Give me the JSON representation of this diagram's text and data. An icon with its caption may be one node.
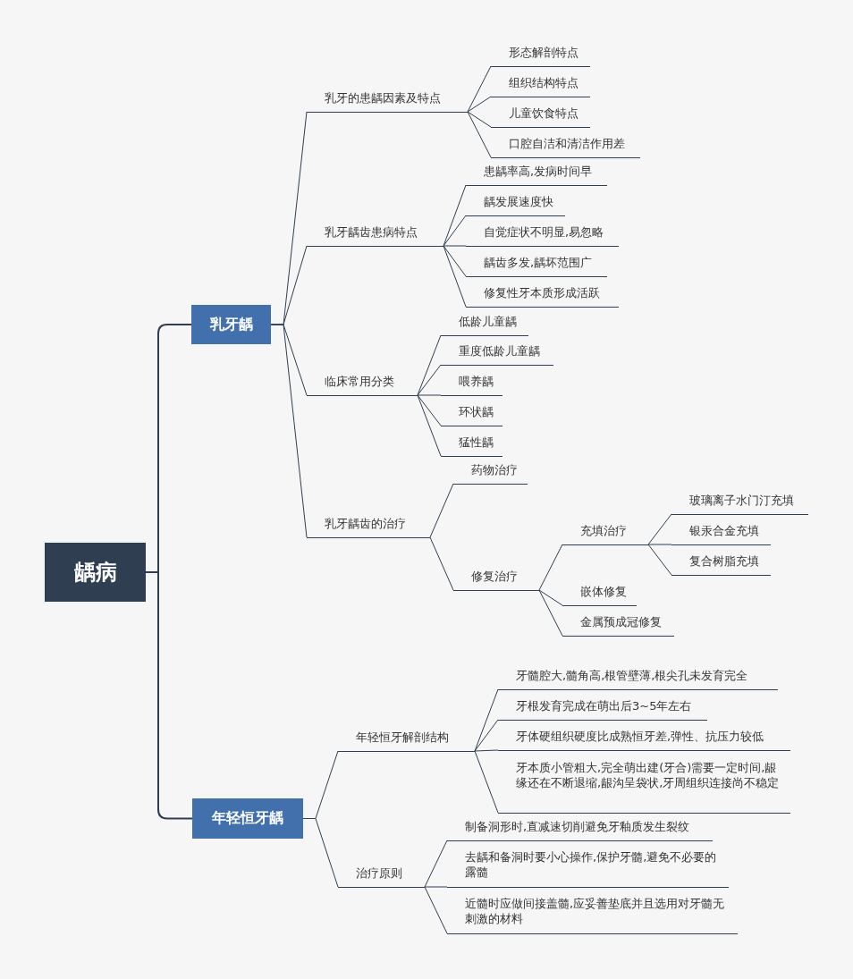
{
  "diagram": {
    "nodes": [
      {
        "text": [
          "龋病"
        ]
      },
      {
        "text": [
          "乳牙龋"
        ]
      },
      {
        "text": [
          "乳牙的患龋因素及特点"
        ]
      },
      {
        "text": [
          "形态解剖特点"
        ]
      },
      {
        "text": [
          "组织结构特点"
        ]
      },
      {
        "text": [
          "儿童饮食特点"
        ]
      },
      {
        "text": [
          "口腔自洁和清洁作用差"
        ]
      },
      {
        "text": [
          "乳牙龋齿患病特点"
        ]
      },
      {
        "text": [
          "患龋率高,发病时间早"
        ]
      },
      {
        "text": [
          "龋发展速度快"
        ]
      },
      {
        "text": [
          "自觉症状不明显,易忽略"
        ]
      },
      {
        "text": [
          "龋齿多发,龋坏范围广"
        ]
      },
      {
        "text": [
          "修复性牙本质形成活跃"
        ]
      },
      {
        "text": [
          "临床常用分类"
        ]
      },
      {
        "text": [
          "低龄儿童龋"
        ]
      },
      {
        "text": [
          "重度低龄儿童龋"
        ]
      },
      {
        "text": [
          "喂养龋"
        ]
      },
      {
        "text": [
          "环状龋"
        ]
      },
      {
        "text": [
          "猛性龋"
        ]
      },
      {
        "text": [
          "乳牙龋齿的治疗"
        ]
      },
      {
        "text": [
          "药物治疗"
        ]
      },
      {
        "text": [
          "修复治疗"
        ]
      },
      {
        "text": [
          "充填治疗"
        ]
      },
      {
        "text": [
          "玻璃离子水门汀充填"
        ]
      },
      {
        "text": [
          "银汞合金充填"
        ]
      },
      {
        "text": [
          "复合树脂充填"
        ]
      },
      {
        "text": [
          "嵌体修复"
        ]
      },
      {
        "text": [
          "金属预成冠修复"
        ]
      },
      {
        "text": [
          "年轻恒牙龋"
        ]
      },
      {
        "text": [
          "年轻恒牙解剖结构"
        ]
      },
      {
        "text": [
          "牙髓腔大,髓角高,根管壁薄,根尖孔未发育完全"
        ]
      },
      {
        "text": [
          "牙根发育完成在萌出后3~5年左右"
        ]
      },
      {
        "text": [
          "牙体硬组织硬度比成熟恒牙差,弹性、抗压力较低"
        ]
      },
      {
        "text": [
          "牙本质小管粗大,完全萌出建(牙合)需要一定时间,龈缘还在不断退缩,龈沟呈袋状,牙周组织连接尚不稳定"
        ]
      },
      {
        "text": [
          "治疗原则"
        ]
      },
      {
        "text": [
          "制备洞形时,直减速切削避免牙釉质发生裂纹"
        ]
      },
      {
        "text": [
          "去龋和备洞时要小心操作,保护牙髓,避免不必要的露髓"
        ]
      },
      {
        "text": [
          "近髓时应做间接盖髓,应妥善垫底并且选用对牙髓无刺激的材料"
        ]
      }
    ],
    "edges": [
      {
        "from": 0,
        "to": 1,
        "arrow": "none"
      },
      {
        "from": 0,
        "to": 28,
        "arrow": "none"
      },
      {
        "from": 1,
        "to": 2,
        "arrow": "none"
      },
      {
        "from": 1,
        "to": 7,
        "arrow": "none"
      },
      {
        "from": 1,
        "to": 13,
        "arrow": "none"
      },
      {
        "from": 1,
        "to": 19,
        "arrow": "none"
      },
      {
        "from": 2,
        "to": 3,
        "arrow": "none"
      },
      {
        "from": 2,
        "to": 4,
        "arrow": "none"
      },
      {
        "from": 2,
        "to": 5,
        "arrow": "none"
      },
      {
        "from": 2,
        "to": 6,
        "arrow": "none"
      },
      {
        "from": 7,
        "to": 8,
        "arrow": "none"
      },
      {
        "from": 7,
        "to": 9,
        "arrow": "none"
      },
      {
        "from": 7,
        "to": 10,
        "arrow": "none"
      },
      {
        "from": 7,
        "to": 11,
        "arrow": "none"
      },
      {
        "from": 7,
        "to": 12,
        "arrow": "none"
      },
      {
        "from": 13,
        "to": 14,
        "arrow": "none"
      },
      {
        "from": 13,
        "to": 15,
        "arrow": "none"
      },
      {
        "from": 13,
        "to": 16,
        "arrow": "none"
      },
      {
        "from": 13,
        "to": 17,
        "arrow": "none"
      },
      {
        "from": 13,
        "to": 18,
        "arrow": "none"
      },
      {
        "from": 19,
        "to": 20,
        "arrow": "none"
      },
      {
        "from": 19,
        "to": 21,
        "arrow": "none"
      },
      {
        "from": 21,
        "to": 22,
        "arrow": "none"
      },
      {
        "from": 21,
        "to": 26,
        "arrow": "none"
      },
      {
        "from": 21,
        "to": 27,
        "arrow": "none"
      },
      {
        "from": 22,
        "to": 23,
        "arrow": "none"
      },
      {
        "from": 22,
        "to": 24,
        "arrow": "none"
      },
      {
        "from": 22,
        "to": 25,
        "arrow": "none"
      },
      {
        "from": 28,
        "to": 29,
        "arrow": "none"
      },
      {
        "from": 28,
        "to": 34,
        "arrow": "none"
      },
      {
        "from": 29,
        "to": 30,
        "arrow": "none"
      },
      {
        "from": 29,
        "to": 31,
        "arrow": "none"
      },
      {
        "from": 29,
        "to": 32,
        "arrow": "none"
      },
      {
        "from": 29,
        "to": 33,
        "arrow": "none"
      },
      {
        "from": 34,
        "to": 35,
        "arrow": "none"
      },
      {
        "from": 34,
        "to": 36,
        "arrow": "none"
      },
      {
        "from": 34,
        "to": 37,
        "arrow": "none"
      }
    ]
  }
}
